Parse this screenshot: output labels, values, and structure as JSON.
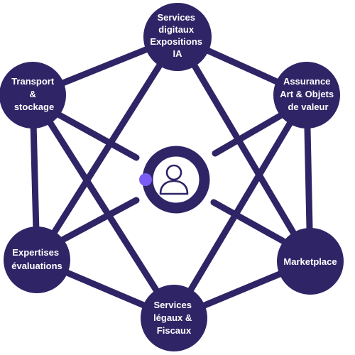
{
  "colors": {
    "primary": "#2e2466",
    "accent": "#7b5cf5",
    "text": "#ffffff",
    "background": "#ffffff"
  },
  "center": {
    "icon": "user-icon"
  },
  "nodes": [
    {
      "id": "services-digitaux",
      "lines": [
        "Services",
        "digitaux",
        "Expositions",
        "IA"
      ]
    },
    {
      "id": "assurance",
      "lines": [
        "Assurance",
        "Art & Objets",
        "de valeur"
      ]
    },
    {
      "id": "marketplace",
      "lines": [
        "Marketplace"
      ]
    },
    {
      "id": "services-legaux",
      "lines": [
        "Services",
        "légaux &",
        "Fiscaux"
      ]
    },
    {
      "id": "expertises",
      "lines": [
        "Expertises",
        "évaluations"
      ]
    },
    {
      "id": "transport",
      "lines": [
        "Transport",
        "&",
        "stockage"
      ]
    }
  ]
}
